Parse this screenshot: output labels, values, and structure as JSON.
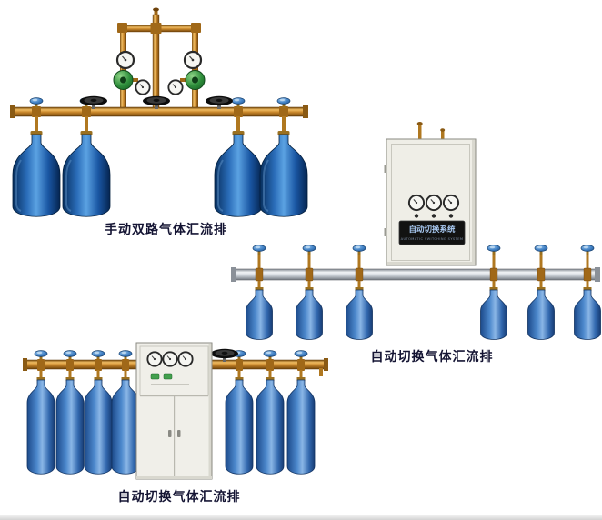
{
  "page": {
    "background_color": "#ffffff",
    "description": "Gas cylinder manifold product illustrations"
  },
  "products": [
    {
      "id": "manual-dual-line-manifold",
      "caption": "手动双路气体汇流排",
      "cylinders_visible": 4
    },
    {
      "id": "auto-switch-manifold-wall-cabinet",
      "caption": "自动切换气体汇流排",
      "cabinet_panel_title": "自动切换系统",
      "cabinet_panel_subtitle": "AUTOMATIC SWITCHING SYSTEM",
      "cylinders_visible": 6
    },
    {
      "id": "auto-switch-manifold-floor-cabinet",
      "caption": "自动切换气体汇流排",
      "cylinders_visible": 7
    }
  ],
  "colors": {
    "caption_text": "#141433",
    "brass_pipe": "#c8862a",
    "deep_blue_cylinder": "#1a57a4",
    "steel_blue_cylinder": "#4c88cc",
    "regulator_green": "#2f8f3c",
    "valve_knob_blue": "#4585c8",
    "cabinet_body": "#efeee7",
    "silver_pipe": "#c5cbd2"
  }
}
